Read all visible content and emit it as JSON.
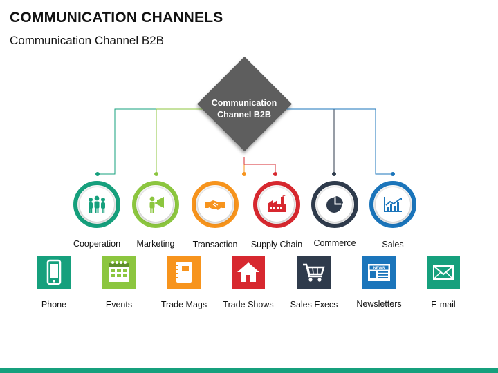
{
  "header": {
    "title": "COMMUNICATION CHANNELS",
    "subtitle": "Communication Channel B2B"
  },
  "hub": {
    "label_line1": "Communication",
    "label_line2": "Channel B2B",
    "color": "#5e5e5e"
  },
  "channels": [
    {
      "label": "Cooperation",
      "icon": "team-icon",
      "color": "#16a07d"
    },
    {
      "label": "Marketing",
      "icon": "megaphone-person-icon",
      "color": "#8cc63f"
    },
    {
      "label": "Transaction",
      "icon": "handshake-icon",
      "color": "#f7941d"
    },
    {
      "label": "Supply Chain",
      "icon": "factory-icon",
      "color": "#d7282f"
    },
    {
      "label": "Commerce",
      "icon": "pie-chart-icon",
      "color": "#2f3b4c"
    },
    {
      "label": "Sales",
      "icon": "growth-chart-icon",
      "color": "#1b75bb"
    }
  ],
  "tiles": [
    {
      "label": "Phone",
      "icon": "phone-icon",
      "color": "#16a07d"
    },
    {
      "label": "Events",
      "icon": "calendar-icon",
      "color": "#8cc63f"
    },
    {
      "label": "Trade Mags",
      "icon": "notebook-icon",
      "color": "#f7941d"
    },
    {
      "label": "Trade Shows",
      "icon": "house-icon",
      "color": "#d7282f"
    },
    {
      "label": "Sales Execs",
      "icon": "shopping-cart-icon",
      "color": "#2f3b4c"
    },
    {
      "label": "Newsletters",
      "icon": "newspaper-icon",
      "color": "#1b75bb"
    },
    {
      "label": "E-mail",
      "icon": "envelope-icon",
      "color": "#16a07d"
    }
  ],
  "news_glyph_text": "NEWS",
  "footer_color": "#16a07d"
}
